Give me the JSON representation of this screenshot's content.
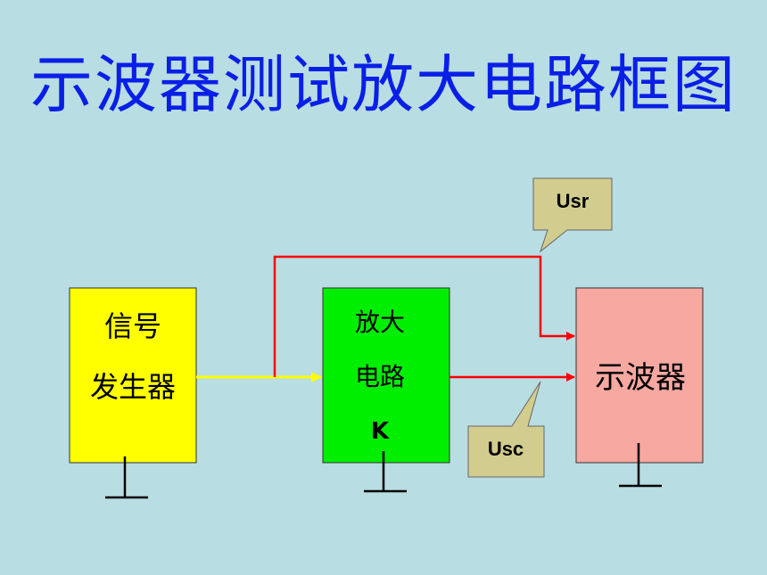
{
  "title": "示波器测试放大电路框图",
  "blocks": {
    "generator": {
      "line1": "信号",
      "line2": "发生器",
      "fill": "#ffff00"
    },
    "amplifier": {
      "line1": "放大",
      "line2": "电路",
      "line3": "K",
      "fill": "#00ee00"
    },
    "oscilloscope": {
      "line1": "示波器",
      "fill": "#f7a8a0"
    }
  },
  "callouts": {
    "input": {
      "label": "Usr",
      "fill": "#d2cc8e"
    },
    "output": {
      "label": "Usc",
      "fill": "#d2cc8e"
    }
  },
  "colors": {
    "background": "#b8dde2",
    "title": "#0a1fe6",
    "signal_in": "#ffff00",
    "signal_wire": "#ff0000"
  }
}
